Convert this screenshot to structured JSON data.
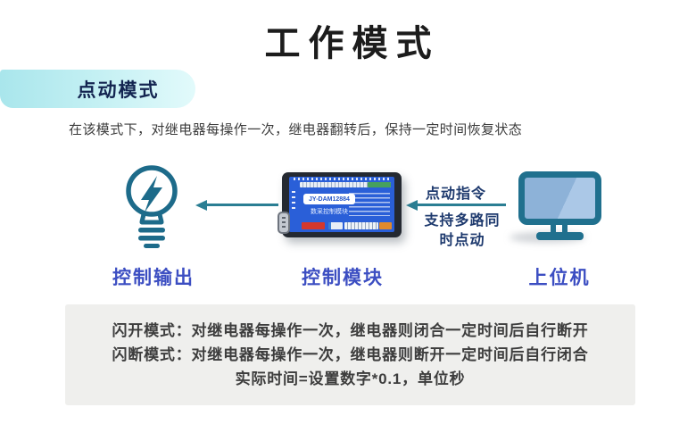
{
  "page": {
    "title": "工作模式"
  },
  "section": {
    "badge": "点动模式",
    "description": "在该模式下，对继电器每操作一次，继电器翻转后，保持一定时间恢复状态"
  },
  "diagram": {
    "output_node": {
      "label": "控制输出",
      "icon": "lightbulb-bolt-icon"
    },
    "module_node": {
      "label": "控制模块",
      "device_model": "JY-DAM12884",
      "device_subtitle": "数采控制模块"
    },
    "host_node": {
      "label": "上位机",
      "icon": "monitor-icon"
    },
    "command_arrow": {
      "label": "点动指令",
      "note_line1": "支持多路同",
      "note_line2": "时点动"
    }
  },
  "note_box": {
    "lines": [
      "闪开模式：对继电器每操作一次，继电器则闭合一定时间后自行断开",
      "闪断模式：对继电器每操作一次，继电器则断开一定时间后自行闭合",
      "实际时间=设置数字*0.1，单位秒"
    ]
  },
  "colors": {
    "accent_teal": "#1d6b8a",
    "arrow_teal": "#2a7e93",
    "label_indigo": "#3c4ec2",
    "navy_text": "#1e3a6e",
    "badge_gradient_start": "#a9e6ec",
    "badge_gradient_end": "#e2fafb",
    "badge_text": "#132450",
    "module_blue": "#2a5fd8",
    "note_background": "#efefed",
    "body_text": "#3d3d3d"
  }
}
